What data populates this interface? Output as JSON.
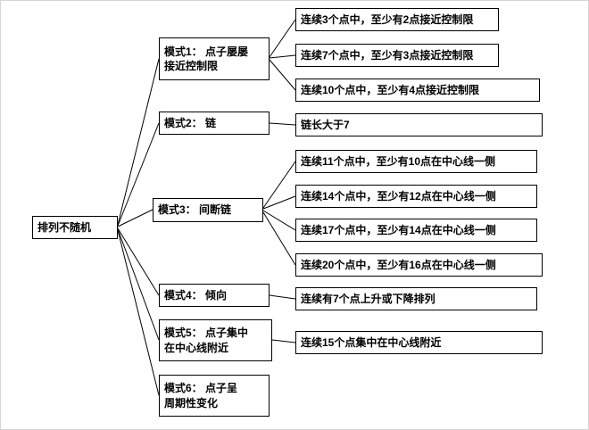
{
  "diagram": {
    "type": "tree",
    "root": {
      "label": "排列不随机"
    },
    "modes": [
      {
        "id": "mode1",
        "label": "模式1： 点子屡屡\n接近控制限"
      },
      {
        "id": "mode2",
        "label": "模式2： 链"
      },
      {
        "id": "mode3",
        "label": "模式3： 间断链"
      },
      {
        "id": "mode4",
        "label": "模式4： 倾向"
      },
      {
        "id": "mode5",
        "label": "模式5： 点子集中\n在中心线附近"
      },
      {
        "id": "mode6",
        "label": "模式6： 点子呈\n周期性变化"
      }
    ],
    "criteria": [
      {
        "mode": "mode1",
        "label": "连续3个点中，至少有2点接近控制限"
      },
      {
        "mode": "mode1",
        "label": "连续7个点中，至少有3点接近控制限"
      },
      {
        "mode": "mode1",
        "label": "连续10个点中，至少有4点接近控制限"
      },
      {
        "mode": "mode2",
        "label": "链长大于7"
      },
      {
        "mode": "mode3",
        "label": "连续11个点中，至少有10点在中心线一侧"
      },
      {
        "mode": "mode3",
        "label": "连续14个点中，至少有12点在中心线一侧"
      },
      {
        "mode": "mode3",
        "label": "连续17个点中，至少有14点在中心线一侧"
      },
      {
        "mode": "mode3",
        "label": "连续20个点中，至少有16点在中心线一侧"
      },
      {
        "mode": "mode4",
        "label": "连续有7个点上升或下降排列"
      },
      {
        "mode": "mode5",
        "label": "连续15个点集中在中心线附近"
      }
    ],
    "colors": {
      "box_border": "#000000",
      "box_background": "#ffffff",
      "connector": "#000000",
      "text": "#000000"
    }
  }
}
